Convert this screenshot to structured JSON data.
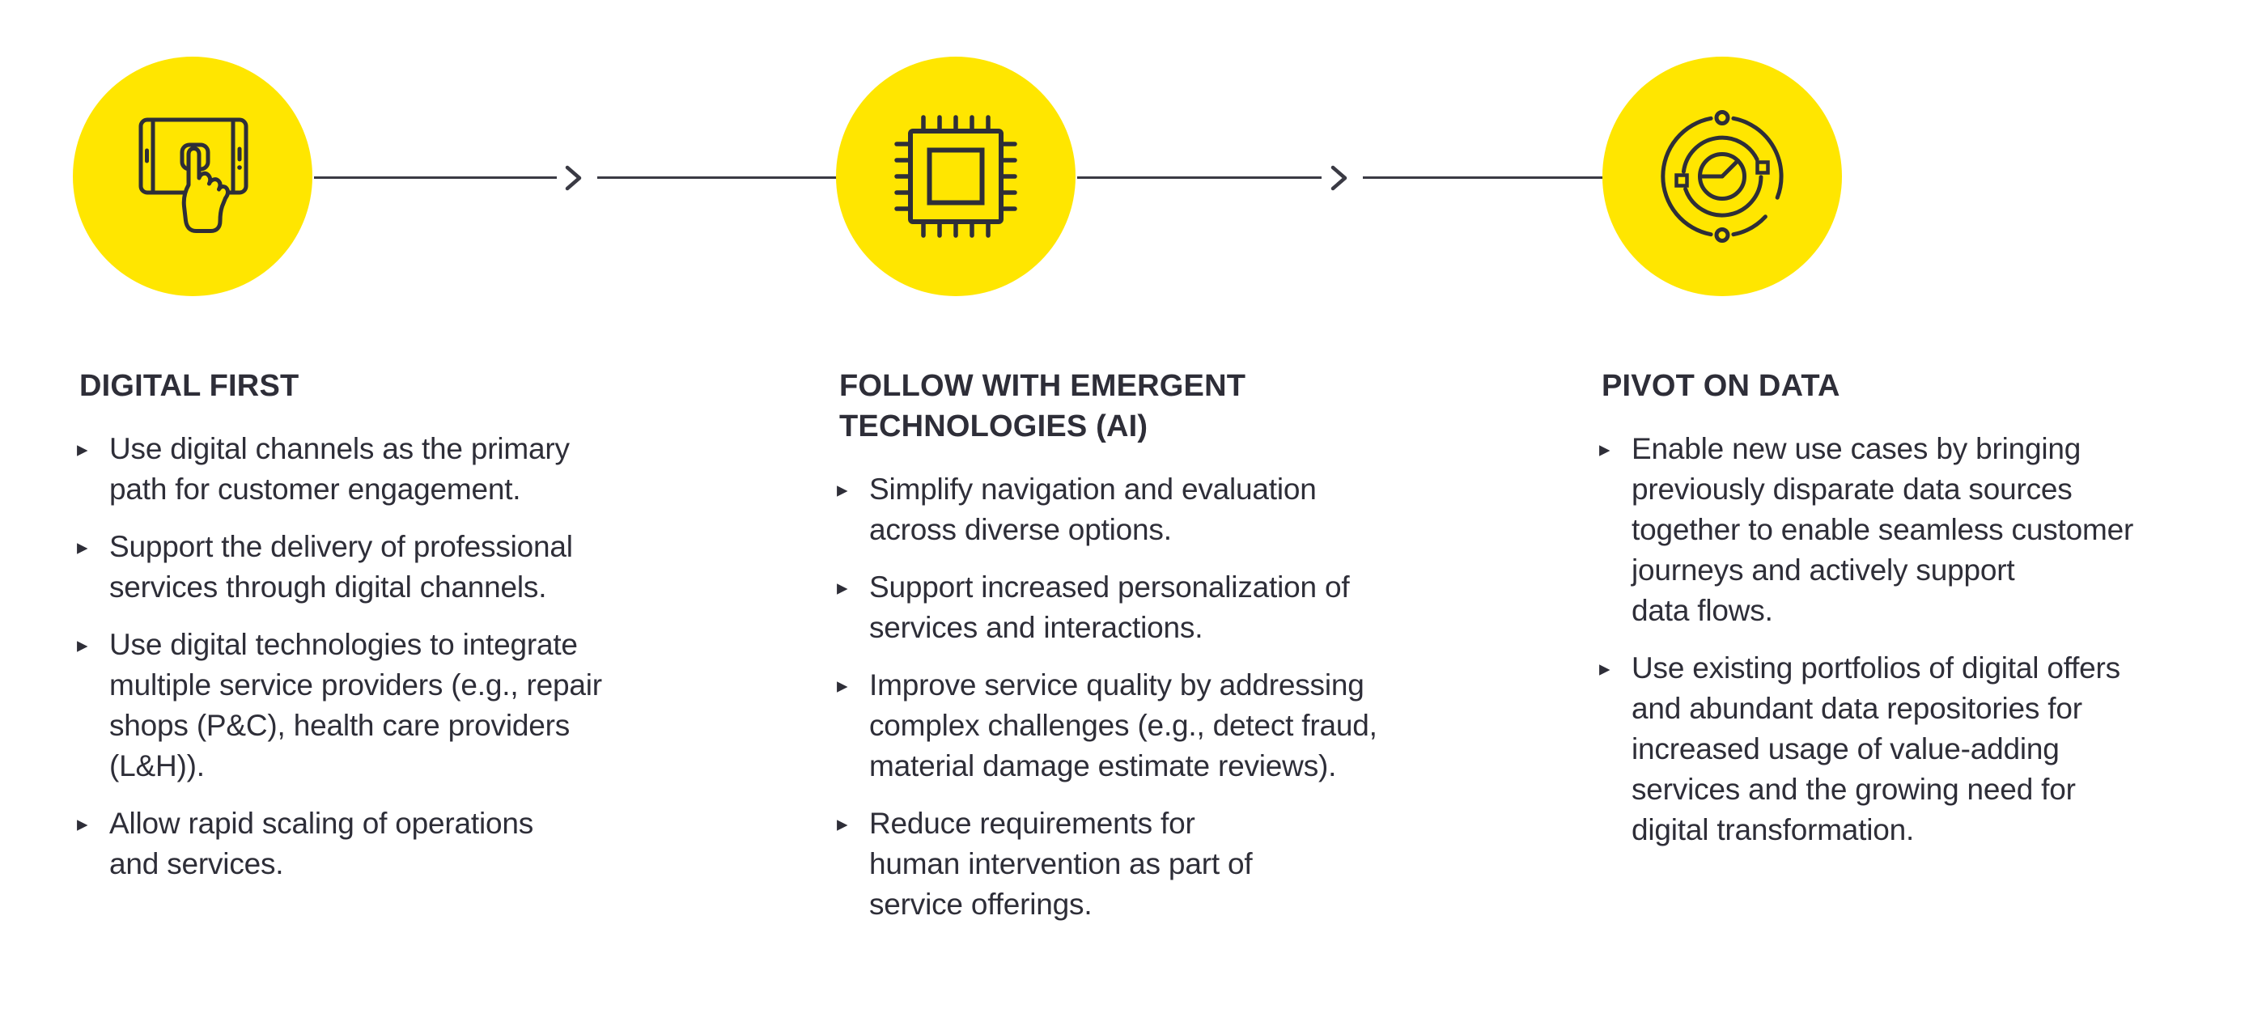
{
  "colors": {
    "circle_fill": "#FFE600",
    "ink": "#2E2E38",
    "background": "#FFFFFF"
  },
  "glyphs": {
    "bullet": "▸"
  },
  "connector": {
    "style": "thin line with chevron-right-icon between steps"
  },
  "steps": [
    {
      "id": "digital-first",
      "icon": "tablet-touch-icon",
      "title": "DIGITAL FIRST",
      "bullets": [
        "Use digital channels as the primary\npath for customer engagement.",
        "Support the delivery of professional\nservices through digital channels.",
        "Use digital technologies to integrate\nmultiple service providers (e.g., repair\nshops (P&C), health care providers\n(L&H)).",
        "Allow rapid scaling of operations\nand services."
      ]
    },
    {
      "id": "emergent-technologies-ai",
      "icon": "chip-icon",
      "title": "FOLLOW WITH EMERGENT\nTECHNOLOGIES (AI)",
      "bullets": [
        "Simplify navigation and evaluation\nacross diverse options.",
        "Support increased personalization of\nservices and interactions.",
        "Improve service quality by addressing\ncomplex challenges (e.g., detect fraud,\nmaterial damage estimate reviews).",
        "Reduce requirements for\nhuman intervention as part of\nservice offerings."
      ]
    },
    {
      "id": "pivot-on-data",
      "icon": "data-orbit-icon",
      "title": "PIVOT ON DATA",
      "bullets": [
        "Enable new use cases by bringing\npreviously disparate data sources\ntogether to enable seamless customer\njourneys and actively support\ndata flows.",
        "Use existing portfolios of digital offers\nand abundant data repositories for\nincreased usage of value-adding\nservices and the growing need for\ndigital transformation."
      ]
    }
  ]
}
